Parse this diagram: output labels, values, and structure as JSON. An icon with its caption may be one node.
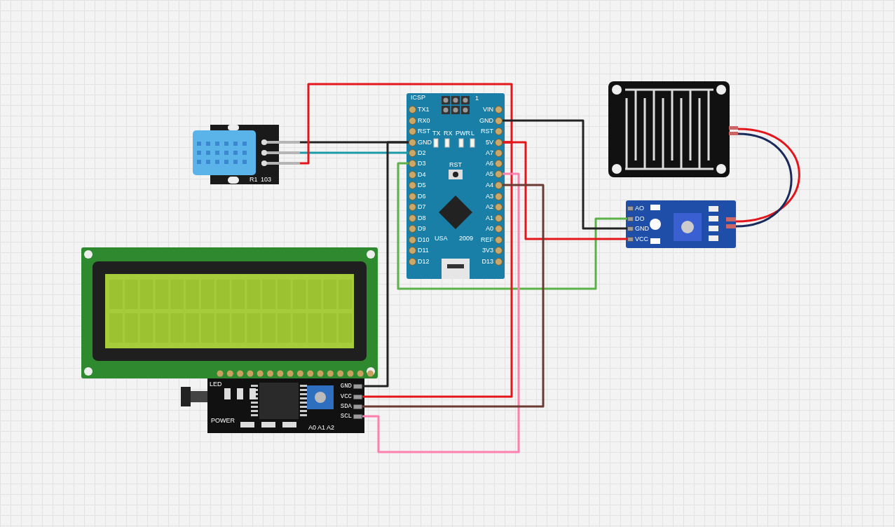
{
  "diagram": {
    "nodes": [
      {
        "text": [],
        "shape": "picture"
      },
      {
        "text": [],
        "shape": "picture"
      },
      {
        "text": [
          "D2"
        ],
        "in": 1
      },
      {
        "text": [
          "GND"
        ],
        "in": 1
      },
      {
        "text": [
          "D3"
        ],
        "in": 1
      },
      {
        "text": [
          "GND"
        ],
        "in": 1
      },
      {
        "text": [
          "5V"
        ],
        "in": 1
      },
      {
        "text": [
          "A5"
        ],
        "in": 1
      },
      {
        "text": [
          "A4"
        ],
        "in": 1
      },
      {
        "text": [],
        "shape": "picture"
      },
      {
        "text": [],
        "shape": "picture"
      },
      {
        "text": [
          "GND"
        ],
        "in": 10
      },
      {
        "text": [
          "VCC"
        ],
        "in": 10
      },
      {
        "text": [
          "SDA"
        ],
        "in": 10
      },
      {
        "text": [
          "SCL"
        ],
        "in": 10
      },
      {
        "text": [],
        "shape": "picture"
      },
      {
        "text": [],
        "shape": "picture"
      },
      {
        "text": [
          "DO"
        ],
        "in": 16
      },
      {
        "text": [
          "GND"
        ],
        "in": 16
      },
      {
        "text": [
          "VCC"
        ],
        "in": 16
      }
    ],
    "edges": [
      {
        "from": 0,
        "to": 3,
        "arrow": "none",
        "color": "#222222"
      },
      {
        "from": 0,
        "to": 2,
        "arrow": "none",
        "color": "#1b9aa6"
      },
      {
        "from": 6,
        "to": 0,
        "arrow": "none",
        "color": "#e3161b"
      },
      {
        "from": 3,
        "to": 11,
        "arrow": "none",
        "color": "#222222"
      },
      {
        "from": 4,
        "to": 17,
        "arrow": "none",
        "color": "#5cb248"
      },
      {
        "from": 5,
        "to": 18,
        "arrow": "none",
        "color": "#222222"
      },
      {
        "from": 6,
        "to": 19,
        "arrow": "none",
        "color": "#e3161b"
      },
      {
        "from": 6,
        "to": 12,
        "arrow": "none",
        "color": "#e3161b"
      },
      {
        "from": 7,
        "to": 14,
        "arrow": "none",
        "color": "#ff7fae"
      },
      {
        "from": 8,
        "to": 13,
        "arrow": "none",
        "color": "#6b3a32"
      },
      {
        "from": 15,
        "to": 16,
        "arrow": "none",
        "color": "#e3161b"
      },
      {
        "from": 15,
        "to": 16,
        "arrow": "none",
        "color": "#1a2a5a"
      }
    ],
    "labels": [
      "ICSP",
      "1",
      "TX1",
      "RX0",
      "RST",
      "D4",
      "D5",
      "D6",
      "D7",
      "D8",
      "D9",
      "D10",
      "D11",
      "D12",
      "VIN",
      "RST",
      "A7",
      "A6",
      "A3",
      "A2",
      "A1",
      "A0",
      "REF",
      "3V3",
      "D13",
      "TX",
      "RX",
      "PWR",
      "L",
      "RST",
      "USA",
      "2009",
      "R1",
      "103",
      "LED",
      "POWER",
      "A0",
      "A1",
      "A2",
      "AO"
    ]
  }
}
